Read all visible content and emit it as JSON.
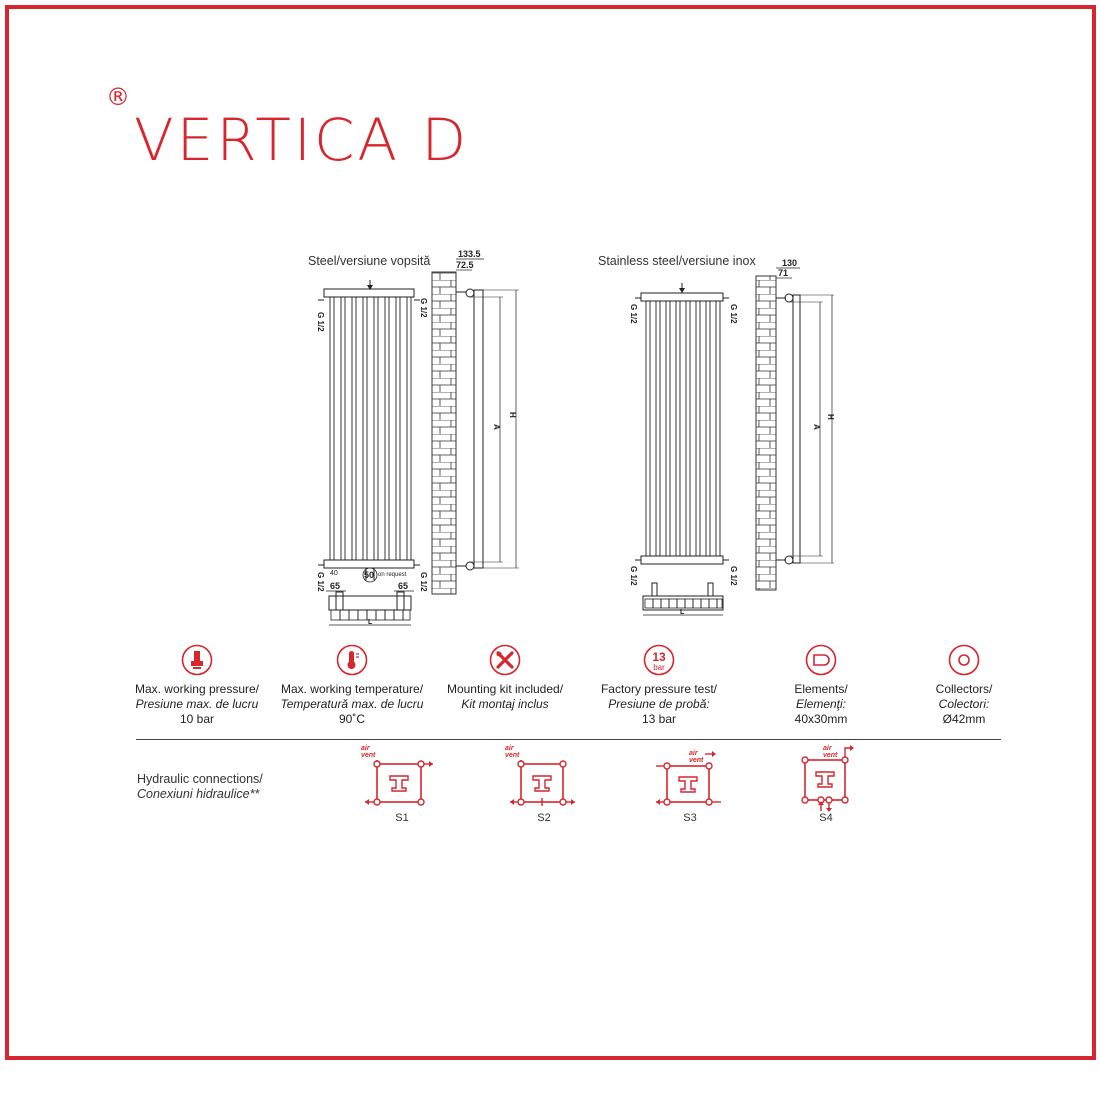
{
  "brand": {
    "mark": "®",
    "name": "VERTICA D",
    "accent": "#d7262e"
  },
  "drawings": {
    "steel": {
      "caption": "Steel/versiune vopsită",
      "dim_top_1": "133.5",
      "dim_top_2": "72.5",
      "thread_label": "G 1/2",
      "dim_a": "A",
      "dim_h": "H",
      "dim_l": "L",
      "dim_40": "40",
      "dim_50": "50",
      "on_request": "on request",
      "dim_65_left": "65",
      "dim_65_right": "65"
    },
    "stainless": {
      "caption": "Stainless steel/versiune inox",
      "dim_top_1": "130",
      "dim_top_2": "71",
      "thread_label": "G 1/2",
      "dim_a": "A",
      "dim_h": "H",
      "dim_l": "L"
    }
  },
  "features": [
    {
      "icon": "pressure-gauge-icon",
      "title": "Max. working pressure/",
      "subtitle": "Presiune max. de lucru",
      "value": "10 bar"
    },
    {
      "icon": "thermometer-icon",
      "title": "Max. working temperature/",
      "subtitle": "Temperatură max. de lucru",
      "value": "90˚C"
    },
    {
      "icon": "tools-icon",
      "title": "Mounting kit included/",
      "subtitle": "Kit montaj inclus",
      "value": ""
    },
    {
      "icon": "pressure-test-icon",
      "icon_text_top": "13",
      "icon_text_bottom": "bar",
      "title": "Factory pressure test/",
      "subtitle": "Presiune de probă:",
      "value": "13 bar"
    },
    {
      "icon": "element-profile-icon",
      "title": "Elements/",
      "subtitle": "Elemenţi:",
      "value": "40x30mm"
    },
    {
      "icon": "collector-circle-icon",
      "title": "Collectors/",
      "subtitle": "Colectori:",
      "value": "Ø42mm"
    }
  ],
  "hydraulic": {
    "title": "Hydraulic connections/",
    "subtitle": "Conexiuni hidraulice**",
    "air_vent_top": "air",
    "air_vent_bottom": "vent",
    "connections": [
      {
        "label": "S1"
      },
      {
        "label": "S2"
      },
      {
        "label": "S3"
      },
      {
        "label": "S4"
      }
    ]
  }
}
